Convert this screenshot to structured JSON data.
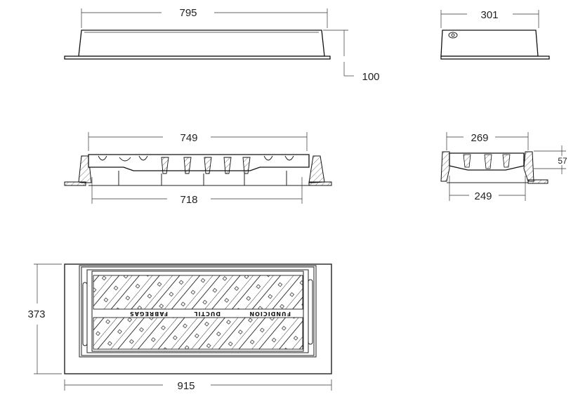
{
  "drawing": {
    "front_elevation": {
      "width_label": "795",
      "height_label": "100"
    },
    "side_elevation": {
      "width_label": "301"
    },
    "front_section": {
      "top_width_label": "749",
      "bottom_width_label": "718"
    },
    "side_section": {
      "top_width_label": "269",
      "bottom_width_label": "249",
      "depth_label": "57"
    },
    "plan_view": {
      "height_label": "373",
      "width_label": "915",
      "cast_text": [
        "FABREGAS",
        "DUCTIL",
        "FUNDICION"
      ]
    }
  }
}
